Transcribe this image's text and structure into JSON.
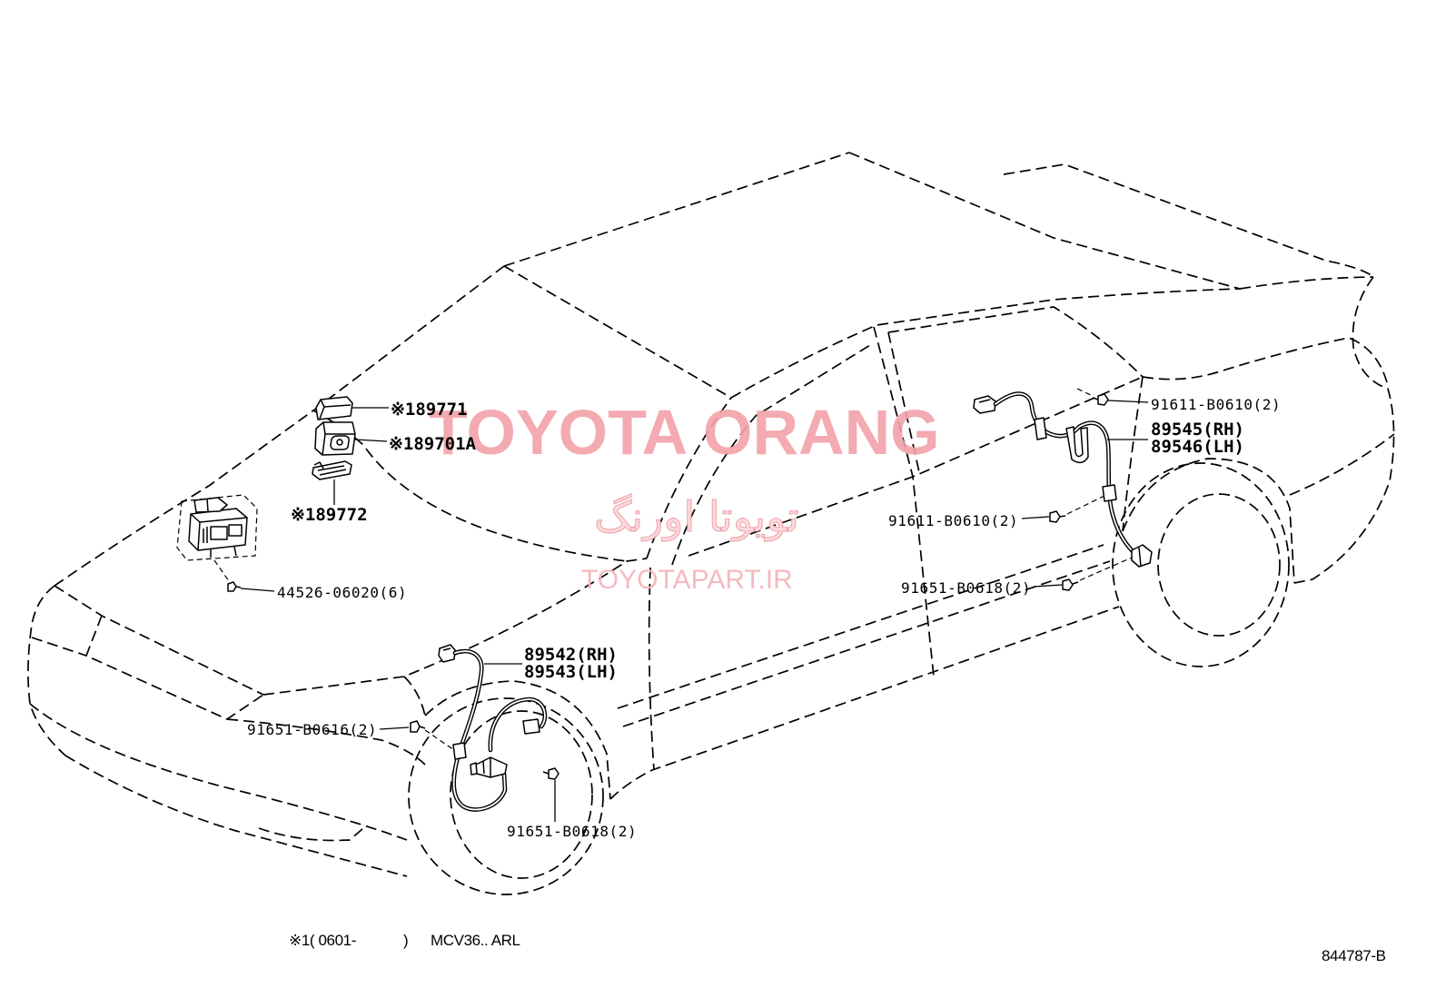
{
  "diagram": {
    "callouts": [
      "※189771",
      "※189701A",
      "※189772",
      "44526-06020(6)",
      "89542(RH)",
      "89543(LH)",
      "91651-B0616(2)",
      "91651-B0618(2)",
      "91611-B0610(2)",
      "89545(RH)",
      "89546(LH)",
      "91611-B0610(2)",
      "91651-B0618(2)"
    ],
    "footnote": {
      "range": "※1( 0601-",
      "range_end": ")",
      "models": "MCV36.. ARL"
    },
    "figure_code": "844787-B"
  },
  "watermark": {
    "brand": "TOYOTA ORANG",
    "brand_fa": "تويوتا اورنگ",
    "site": "TOYOTAPART.IR"
  },
  "colors": {
    "line": "#000000",
    "watermark": "#f2a1a9",
    "background": "#ffffff"
  }
}
